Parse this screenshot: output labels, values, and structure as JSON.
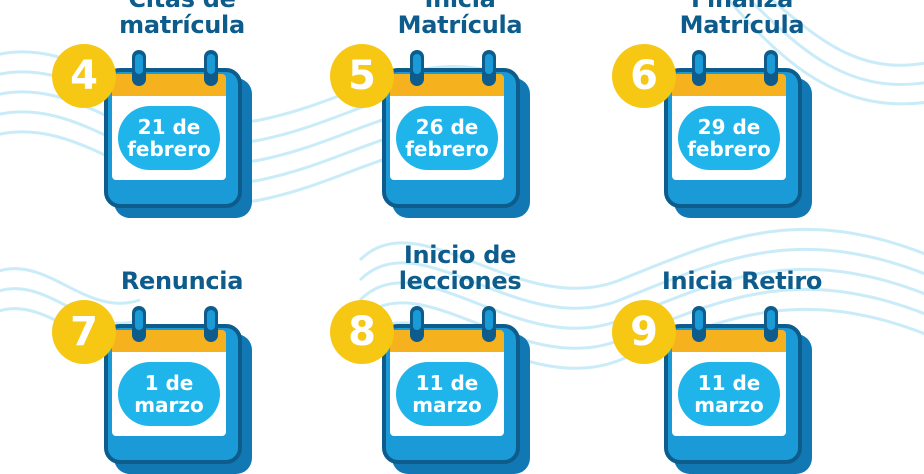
{
  "colors": {
    "title": "#0d5c8c",
    "badge": "#f6c814",
    "calendar_frame": "#1a9ad6",
    "calendar_border": "#0d5c8c",
    "calendar_header": "#f6b21e",
    "date_pill": "#1fb4ea",
    "waves": "#c9ecf8"
  },
  "items": [
    {
      "number": "4",
      "title_lines": [
        "Citas de",
        "matrícula"
      ],
      "date_lines": [
        "21 de",
        "febrero"
      ],
      "icon": "calendar-icon"
    },
    {
      "number": "5",
      "title_lines": [
        "Inicia",
        "Matrícula"
      ],
      "date_lines": [
        "26 de",
        "febrero"
      ],
      "icon": "calendar-icon"
    },
    {
      "number": "6",
      "title_lines": [
        "Finaliza",
        "Matrícula"
      ],
      "date_lines": [
        "29 de",
        "febrero"
      ],
      "icon": "calendar-icon"
    },
    {
      "number": "7",
      "title_lines": [
        "Renuncia"
      ],
      "date_lines": [
        "1 de",
        "marzo"
      ],
      "icon": "calendar-icon"
    },
    {
      "number": "8",
      "title_lines": [
        "Inicio de",
        "lecciones"
      ],
      "date_lines": [
        "11 de",
        "marzo"
      ],
      "icon": "calendar-icon"
    },
    {
      "number": "9",
      "title_lines": [
        "Inicia Retiro"
      ],
      "date_lines": [
        "11 de",
        "marzo"
      ],
      "icon": "calendar-icon"
    }
  ]
}
